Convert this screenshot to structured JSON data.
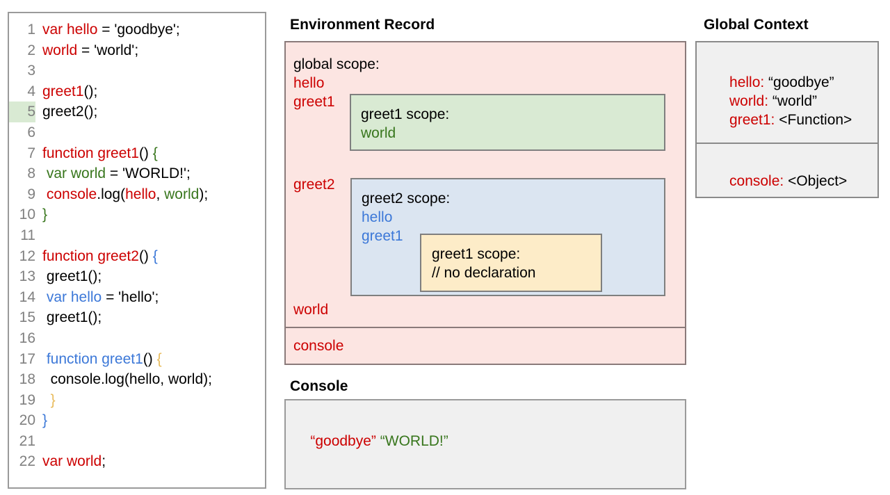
{
  "code_panel": {
    "lines": [
      {
        "num": "1",
        "highlight": false,
        "tokens": [
          {
            "t": "var hello",
            "c": "red"
          },
          {
            "t": " = 'goodbye';",
            "c": "black"
          }
        ]
      },
      {
        "num": "2",
        "highlight": false,
        "tokens": [
          {
            "t": "world",
            "c": "red"
          },
          {
            "t": " = 'world';",
            "c": "black"
          }
        ]
      },
      {
        "num": "3",
        "highlight": false,
        "tokens": []
      },
      {
        "num": "4",
        "highlight": false,
        "tokens": [
          {
            "t": "greet1",
            "c": "red"
          },
          {
            "t": "();",
            "c": "black"
          }
        ]
      },
      {
        "num": "5",
        "highlight": true,
        "tokens": [
          {
            "t": "greet2();",
            "c": "black"
          }
        ]
      },
      {
        "num": "6",
        "highlight": false,
        "tokens": []
      },
      {
        "num": "7",
        "highlight": false,
        "tokens": [
          {
            "t": "function greet1",
            "c": "red"
          },
          {
            "t": "() ",
            "c": "black"
          },
          {
            "t": "{",
            "c": "green"
          }
        ]
      },
      {
        "num": "8",
        "highlight": false,
        "tokens": [
          {
            "t": " ",
            "c": "black"
          },
          {
            "t": "var world",
            "c": "green"
          },
          {
            "t": " = 'WORLD!';",
            "c": "black"
          }
        ]
      },
      {
        "num": "9",
        "highlight": false,
        "tokens": [
          {
            "t": " ",
            "c": "black"
          },
          {
            "t": "console",
            "c": "red"
          },
          {
            "t": ".log(",
            "c": "black"
          },
          {
            "t": "hello",
            "c": "red"
          },
          {
            "t": ", ",
            "c": "black"
          },
          {
            "t": "world",
            "c": "green"
          },
          {
            "t": ");",
            "c": "black"
          }
        ]
      },
      {
        "num": "10",
        "highlight": false,
        "tokens": [
          {
            "t": "}",
            "c": "green"
          }
        ]
      },
      {
        "num": "11",
        "highlight": false,
        "tokens": []
      },
      {
        "num": "12",
        "highlight": false,
        "tokens": [
          {
            "t": "function greet2",
            "c": "red"
          },
          {
            "t": "() ",
            "c": "black"
          },
          {
            "t": "{",
            "c": "blue"
          }
        ]
      },
      {
        "num": "13",
        "highlight": false,
        "tokens": [
          {
            "t": " greet1();",
            "c": "black"
          }
        ]
      },
      {
        "num": "14",
        "highlight": false,
        "tokens": [
          {
            "t": " ",
            "c": "black"
          },
          {
            "t": "var hello",
            "c": "blue"
          },
          {
            "t": " = 'hello';",
            "c": "black"
          }
        ]
      },
      {
        "num": "15",
        "highlight": false,
        "tokens": [
          {
            "t": " greet1();",
            "c": "black"
          }
        ]
      },
      {
        "num": "16",
        "highlight": false,
        "tokens": []
      },
      {
        "num": "17",
        "highlight": false,
        "tokens": [
          {
            "t": " ",
            "c": "black"
          },
          {
            "t": "function greet1",
            "c": "blue"
          },
          {
            "t": "() ",
            "c": "black"
          },
          {
            "t": "{",
            "c": "tan"
          }
        ]
      },
      {
        "num": "18",
        "highlight": false,
        "tokens": [
          {
            "t": "  console.log(hello, world);",
            "c": "black"
          }
        ]
      },
      {
        "num": "19",
        "highlight": false,
        "tokens": [
          {
            "t": "  ",
            "c": "black"
          },
          {
            "t": "}",
            "c": "tan"
          }
        ]
      },
      {
        "num": "20",
        "highlight": false,
        "tokens": [
          {
            "t": "}",
            "c": "blue"
          }
        ]
      },
      {
        "num": "21",
        "highlight": false,
        "tokens": []
      },
      {
        "num": "22",
        "highlight": false,
        "tokens": [
          {
            "t": "var world",
            "c": "red"
          },
          {
            "t": ";",
            "c": "black"
          }
        ]
      }
    ]
  },
  "environment_record": {
    "title": "Environment Record",
    "global_scope_label": "global scope:",
    "globals": [
      "hello",
      "greet1",
      "greet2",
      "world"
    ],
    "console_entry": "console",
    "greet1_scope": {
      "header": "greet1 scope:",
      "vars": [
        "world"
      ]
    },
    "greet2_scope": {
      "header": "greet2 scope:",
      "vars": [
        "hello",
        "greet1"
      ]
    },
    "greet1_nested_scope": {
      "header": "greet1 scope:",
      "note": "// no declaration"
    }
  },
  "console": {
    "title": "Console",
    "output_goodbye": "“goodbye”",
    "output_space": " ",
    "output_world": "“WORLD!”"
  },
  "global_context": {
    "title": "Global Context",
    "variables": [
      {
        "key": "hello:",
        "value": " “goodbye”"
      },
      {
        "key": "world:",
        "value": " “world”"
      },
      {
        "key": "greet1:",
        "value": " <Function>"
      }
    ],
    "objects": [
      {
        "key": "console:",
        "value": " <Object>"
      }
    ]
  },
  "colors": {
    "red": "#cc0000",
    "green": "#38761d",
    "blue": "#3c78d8",
    "tan": "#e8bb5c",
    "pink_bg": "#fce5e2",
    "green_bg": "#d9ead3",
    "blue_bg": "#dbe5f1",
    "yellow_bg": "#fdecc8",
    "gray_bg": "#f0f0f0"
  }
}
